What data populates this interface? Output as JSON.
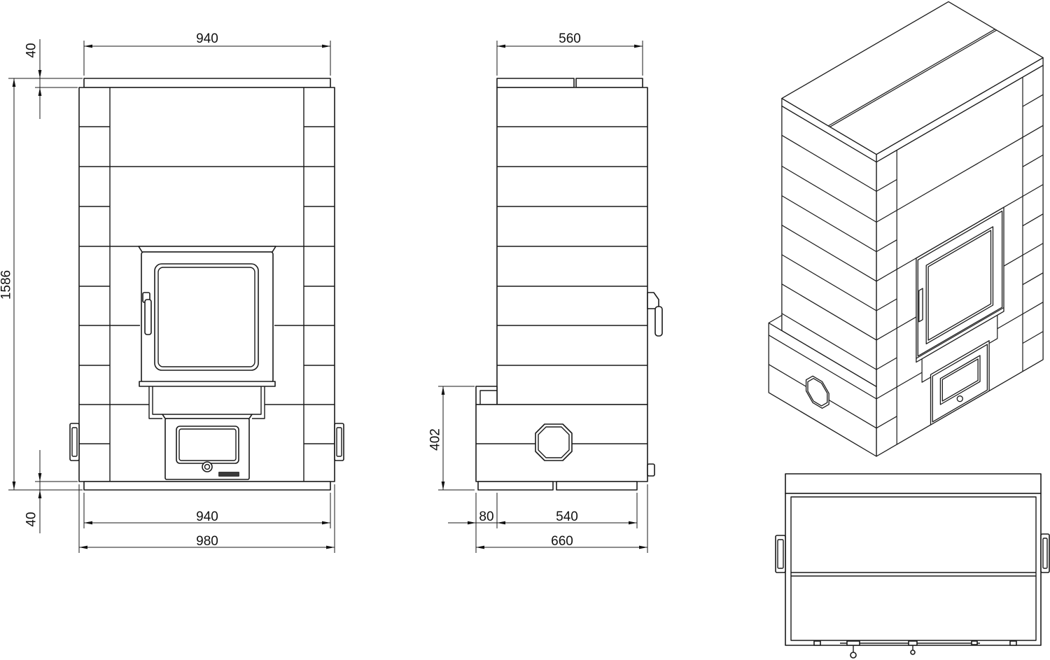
{
  "front_view": {
    "top_width": "940",
    "cap_height": "40",
    "total_height": "1586",
    "plinth_height": "40",
    "bottom_width": "940",
    "total_width": "980"
  },
  "side_view": {
    "top_depth": "560",
    "base_height": "402",
    "step_depth": "80",
    "body_depth": "540",
    "total_depth": "660"
  },
  "colors": {
    "line": "#1a1a1a",
    "background": "#ffffff"
  }
}
